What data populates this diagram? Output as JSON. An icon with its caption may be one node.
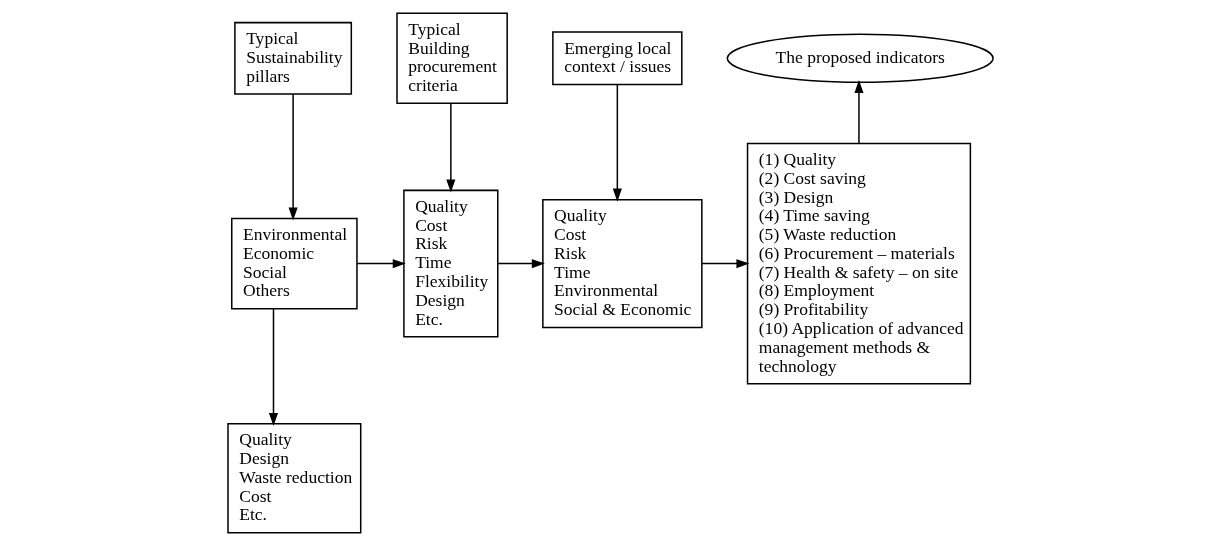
{
  "diagram": {
    "nodes": [
      {
        "text": [
          "Typical Sustainability pillars"
        ]
      },
      {
        "text": [
          "Environmental",
          "Economic",
          "Social",
          "Others"
        ]
      },
      {
        "text": [
          "Quality",
          "Design",
          "Waste reduction",
          "Cost",
          "Etc."
        ]
      },
      {
        "text": [
          "Typical Building procurement criteria"
        ]
      },
      {
        "text": [
          "Quality",
          "Cost",
          "Risk",
          "Time",
          "Flexibility",
          "Design",
          "Etc."
        ]
      },
      {
        "text": [
          "Emerging local context / issues"
        ]
      },
      {
        "text": [
          "Quality",
          "Cost",
          "Risk",
          "Time",
          "Environmental",
          "Social & Economic"
        ]
      },
      {
        "text": [
          "(1) Quality",
          "(2) Cost saving",
          "(3) Design",
          "(4) Time saving",
          "(5) Waste reduction",
          "(6) Procurement – materials",
          "(7) Health & safety – on site",
          "(8) Employment",
          "(9) Profitability",
          "(10) Application of advanced management methods & technology"
        ]
      },
      {
        "text": [
          "The proposed indicators"
        ]
      }
    ],
    "edges": [
      {
        "from": 0,
        "to": 1,
        "arrow": "to"
      },
      {
        "from": 1,
        "to": 2,
        "arrow": "to"
      },
      {
        "from": 1,
        "to": 4,
        "arrow": "to"
      },
      {
        "from": 3,
        "to": 4,
        "arrow": "to"
      },
      {
        "from": 4,
        "to": 6,
        "arrow": "to"
      },
      {
        "from": 5,
        "to": 6,
        "arrow": "to"
      },
      {
        "from": 6,
        "to": 7,
        "arrow": "to"
      },
      {
        "from": 7,
        "to": 8,
        "arrow": "to"
      }
    ]
  }
}
